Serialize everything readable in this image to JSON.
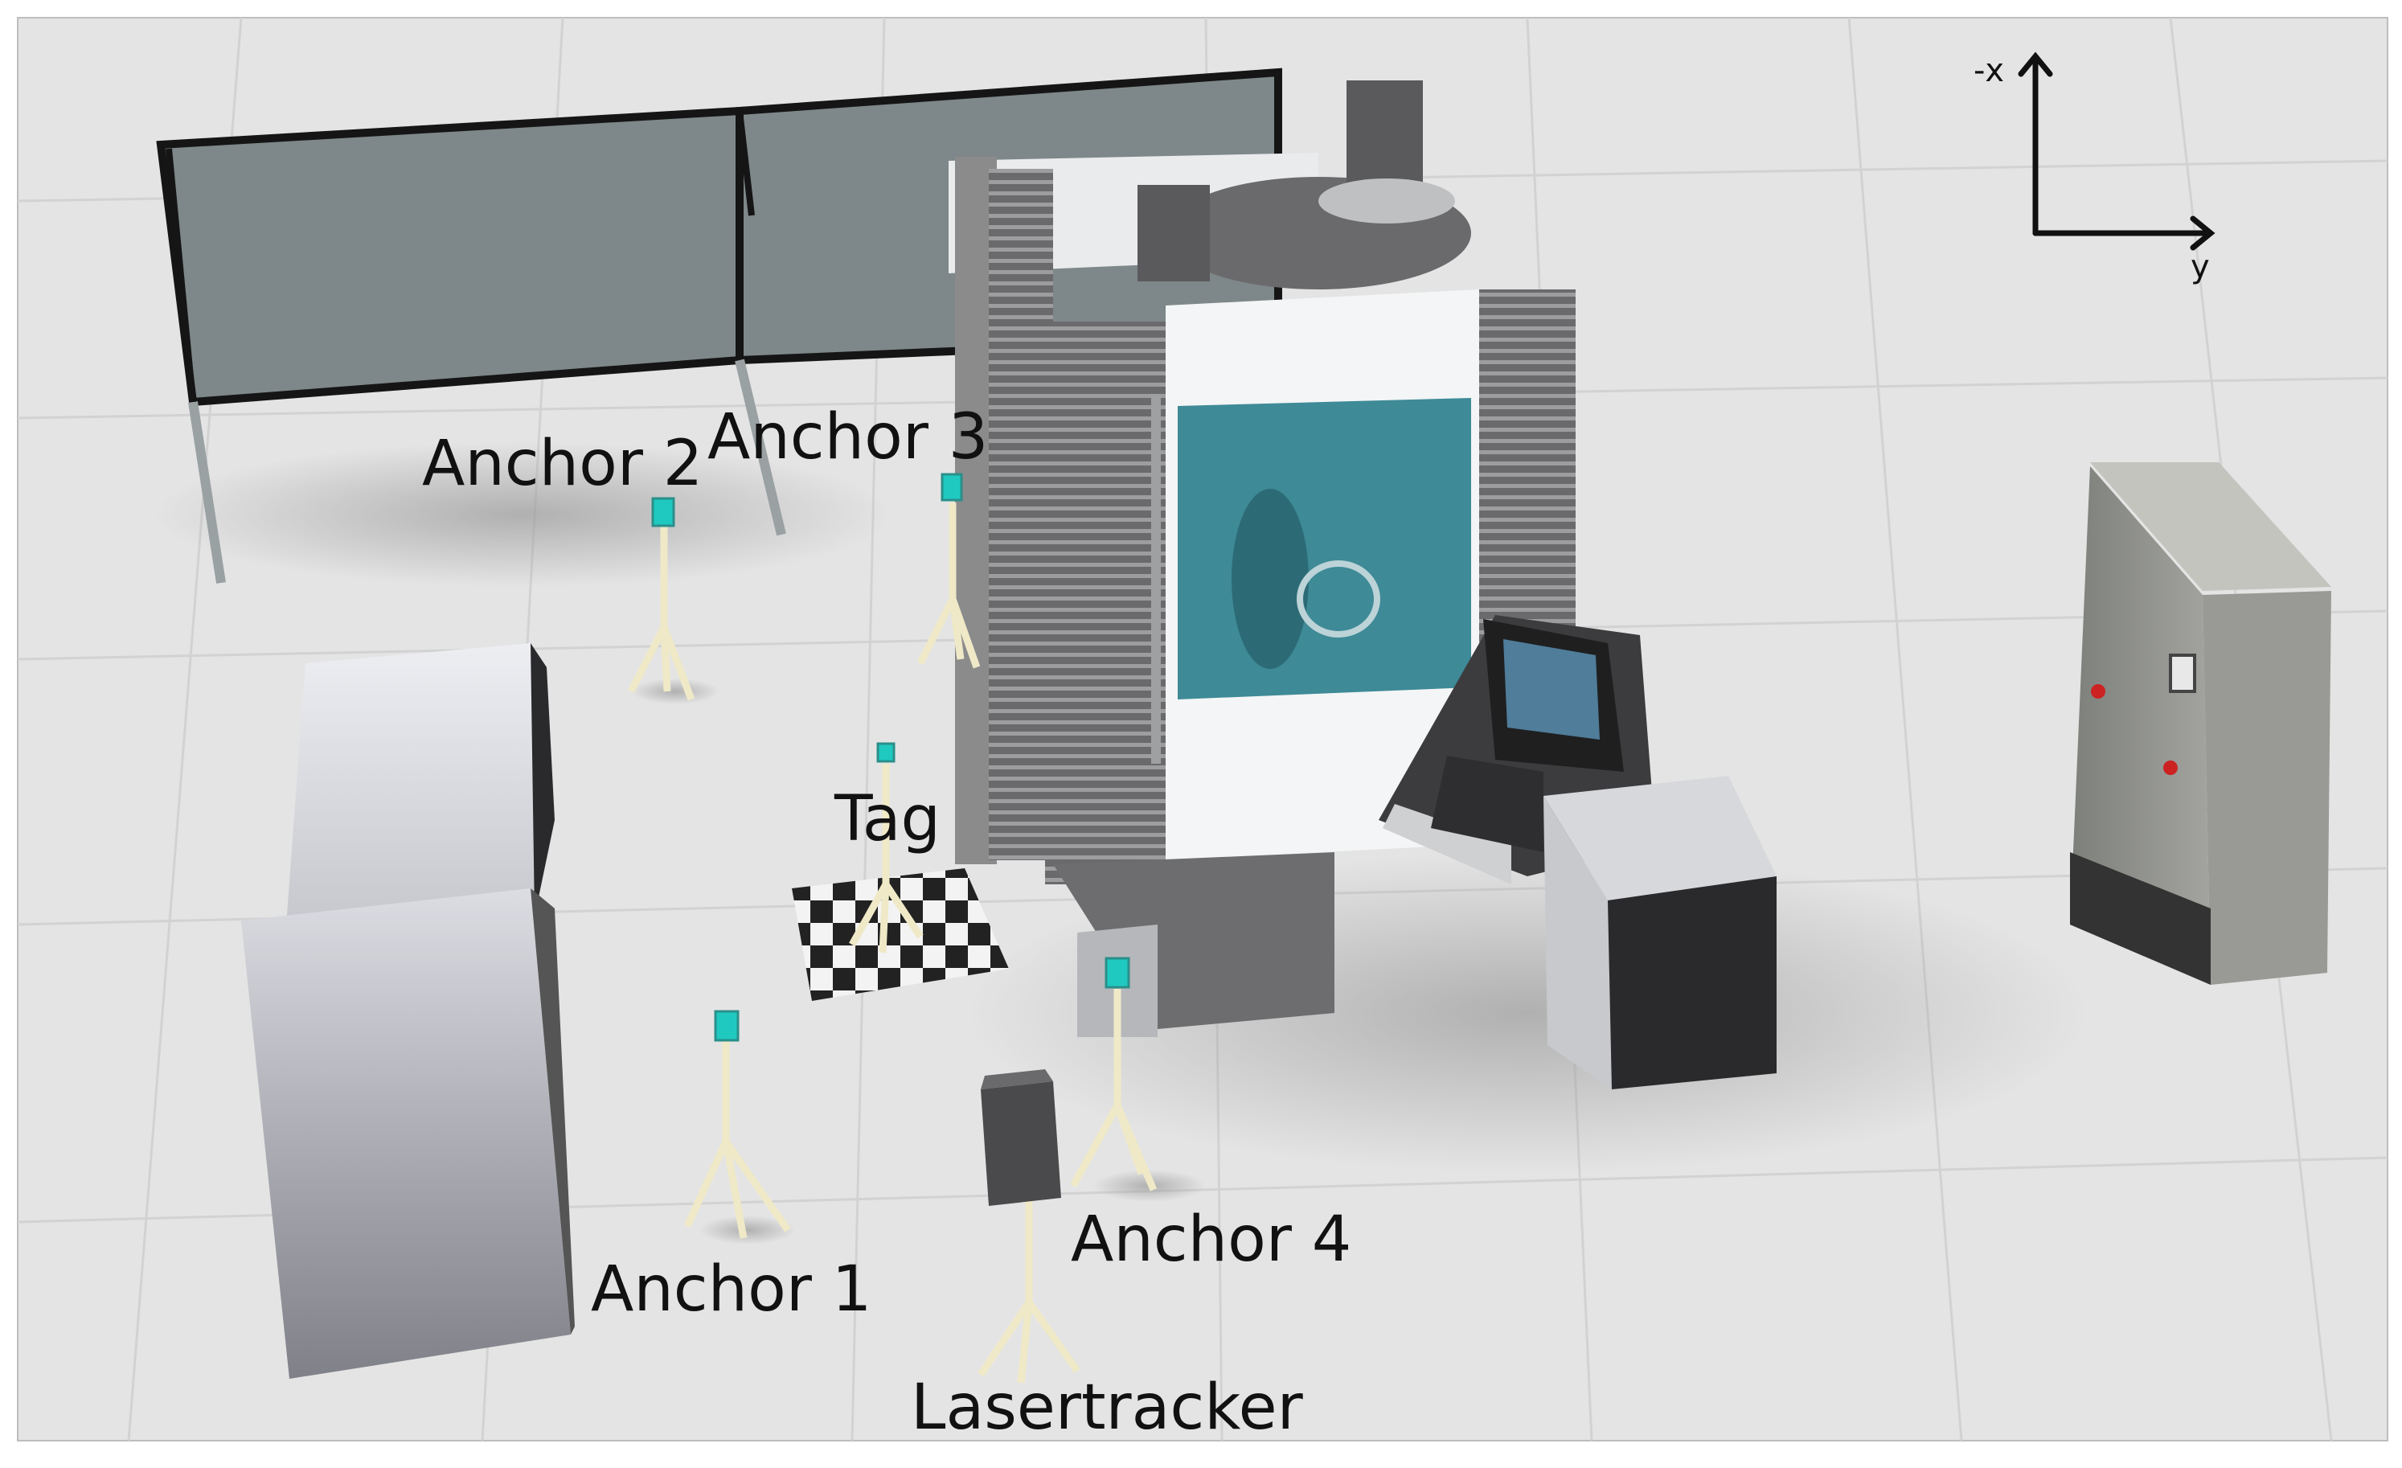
{
  "labels": {
    "anchor1": "Anchor 1",
    "anchor2": "Anchor 2",
    "anchor3": "Anchor 3",
    "anchor4": "Anchor 4",
    "tag": "Tag",
    "lasertracker": "Lasertracker"
  },
  "axes": {
    "x": "-x",
    "y": "y"
  },
  "colors": {
    "floor": "#e3e3e3",
    "grid": "#cfcfcf",
    "panel": "#7e8789",
    "frame": "#151515",
    "machine_dark": "#5a5a5c",
    "machine_light": "#f0f2f3",
    "window": "#3d8a96",
    "sensor": "#1fc9c0",
    "tripod": "#efe9c7",
    "cabinet": "#8a8b86"
  }
}
